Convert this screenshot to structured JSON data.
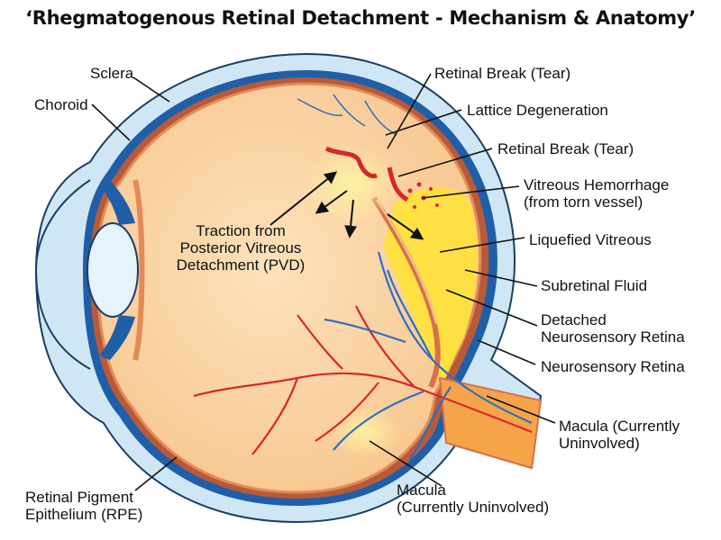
{
  "title": "‘Rhegmatogenous Retinal Detachment - Mechanism & Anatomy’",
  "labels": {
    "sclera": "Sclera",
    "choroid": "Choroid",
    "retinal_break_top": "Retinal Break (Tear)",
    "lattice": "Lattice Degeneration",
    "retinal_break_mid": "Retinal Break (Tear)",
    "vitreous_hemorrhage_1": "Vitreous Hemorrhage",
    "vitreous_hemorrhage_2": "(from torn vessel)",
    "liquefied_vitreous": "Liquefied Vitreous",
    "traction_1": "Traction from",
    "traction_2": "Posterior Vitreous",
    "traction_3": "Detachment (PVD)",
    "subretinal_fluid": "Subretinal Fluid",
    "detached_retina_1": "Detached",
    "detached_retina_2": "Neurosensory Retina",
    "neurosensory_retina": "Neurosensory Retina",
    "macula_right_1": "Macula (Currently",
    "macula_right_2": "Uninvolved)",
    "rpe_1": "Retinal Pigment",
    "rpe_2": "Epithelium (RPE)",
    "macula_bottom_1": "Macula",
    "macula_bottom_2": "(Currently Uninvolved)"
  },
  "colors": {
    "sclera": "#cfe6f5",
    "choroid": "#1f5fa8",
    "vitreous": "#fbd7a6",
    "retina": "#f3b27a",
    "subretinal_fluid": "#ffe23a",
    "artery": "#d8262e",
    "vein": "#2f6fbf",
    "optic_nerve": "#f5a44a"
  }
}
